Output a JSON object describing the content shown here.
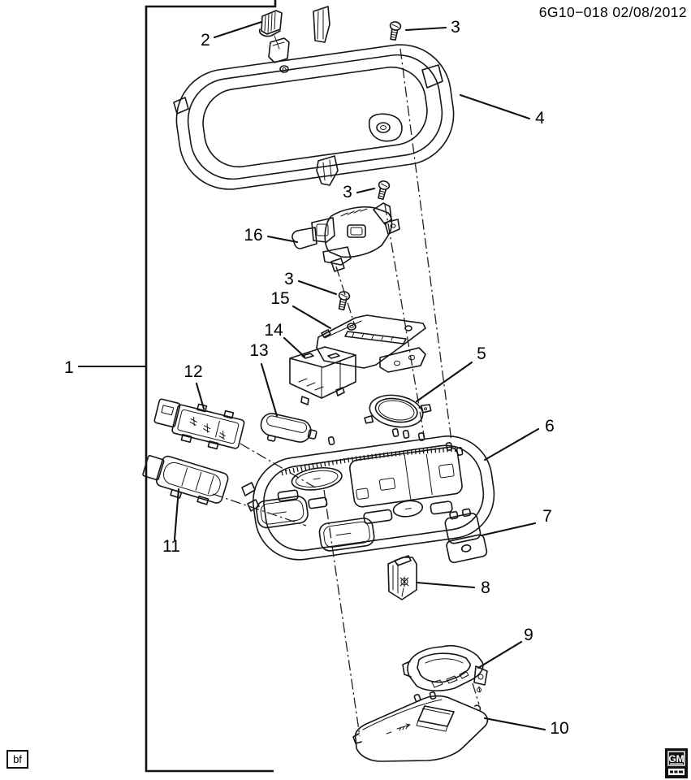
{
  "header": {
    "figure_label": "6G10−018  02/08/2012"
  },
  "callouts": {
    "c1": "1",
    "c2": "2",
    "c3a": "3",
    "c3b": "3",
    "c3c": "3",
    "c4": "4",
    "c5": "5",
    "c6": "6",
    "c7": "7",
    "c8": "8",
    "c9": "9",
    "c10": "10",
    "c11": "11",
    "c12": "12",
    "c13": "13",
    "c14": "14",
    "c15": "15",
    "c16": "16"
  },
  "footer": {
    "page_code": "bf",
    "logo_text": "GM"
  }
}
